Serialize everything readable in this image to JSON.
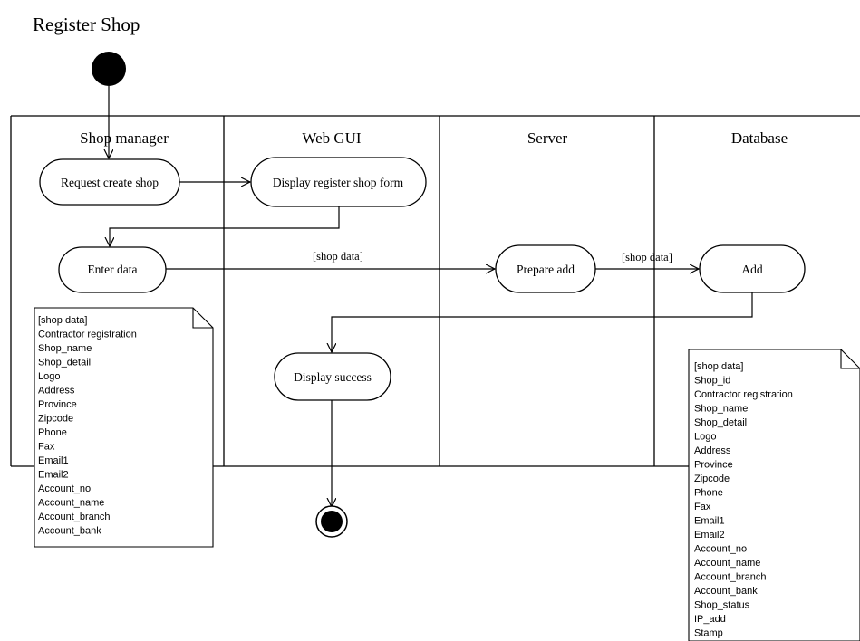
{
  "title": "Register Shop",
  "lanes": [
    "Shop manager",
    "Web GUI",
    "Server",
    "Database"
  ],
  "actions": {
    "request_create_shop": "Request create shop",
    "display_register_form": "Display register shop form",
    "enter_data": "Enter data",
    "prepare_add": "Prepare add",
    "add": "Add",
    "display_success": "Display success"
  },
  "guards": {
    "enter_to_prepare": "[shop data]",
    "prepare_to_add": "[shop data]"
  },
  "notes": {
    "shop_manager": [
      "[shop data]",
      "Contractor registration",
      "Shop_name",
      "Shop_detail",
      "Logo",
      "Address",
      "Province",
      "Zipcode",
      "Phone",
      "Fax",
      "Email1",
      "Email2",
      "Account_no",
      "Account_name",
      "Account_branch",
      "Account_bank"
    ],
    "database": [
      "[shop data]",
      "Shop_id",
      "Contractor registration",
      "Shop_name",
      "Shop_detail",
      "Logo",
      "Address",
      "Province",
      "Zipcode",
      "Phone",
      "Fax",
      "Email1",
      "Email2",
      "Account_no",
      "Account_name",
      "Account_branch",
      "Account_bank",
      "Shop_status",
      "IP_add",
      "Stamp"
    ]
  }
}
